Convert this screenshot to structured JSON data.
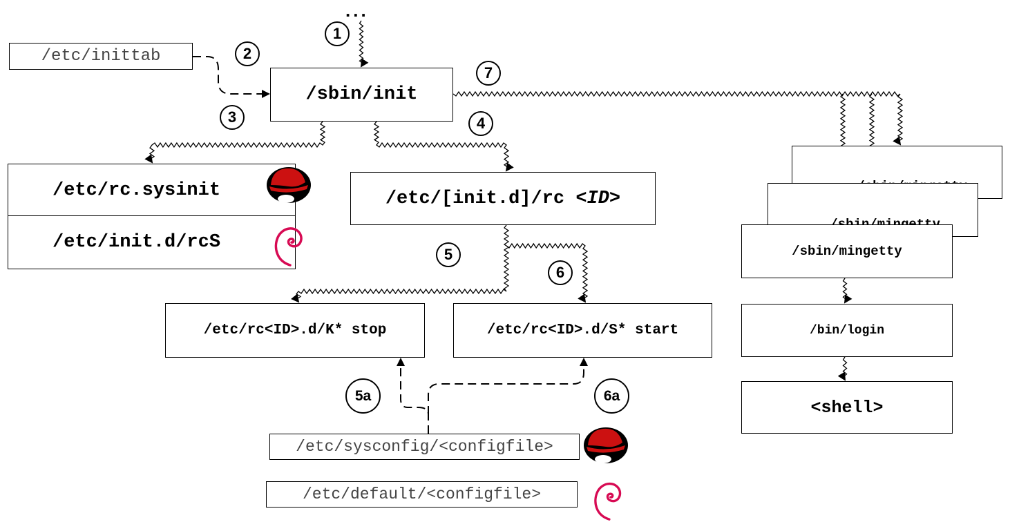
{
  "diagram": {
    "top_ellipsis": "...",
    "boxes": {
      "inittab": "/etc/inittab",
      "sbin_init": "/sbin/init",
      "rc_sysinit": "/etc/rc.sysinit",
      "rcS": "/etc/init.d/rcS",
      "rc_id_prefix": "/etc/[init.d]/rc ",
      "rc_id_arg": "<ID>",
      "k_stop": "/etc/rc<ID>.d/K* stop",
      "s_start": "/etc/rc<ID>.d/S* start",
      "mingetty_back": "/sbin/mingetty",
      "mingetty_mid": "/sbin/mingetty",
      "mingetty_front": "/sbin/mingetty",
      "bin_login": "/bin/login",
      "shell": "<shell>",
      "sysconfig": "/etc/sysconfig/<configfile>",
      "default": "/etc/default/<configfile>"
    },
    "steps": [
      "1",
      "2",
      "3",
      "4",
      "5",
      "5a",
      "6",
      "6a",
      "7"
    ],
    "logos": [
      "redhat-logo-icon",
      "debian-logo-icon",
      "redhat-logo-icon",
      "debian-logo-icon"
    ],
    "colors": {
      "redhat": "#cc1111",
      "debian": "#d70a53",
      "line": "#000000",
      "config_text": "#444444"
    }
  }
}
